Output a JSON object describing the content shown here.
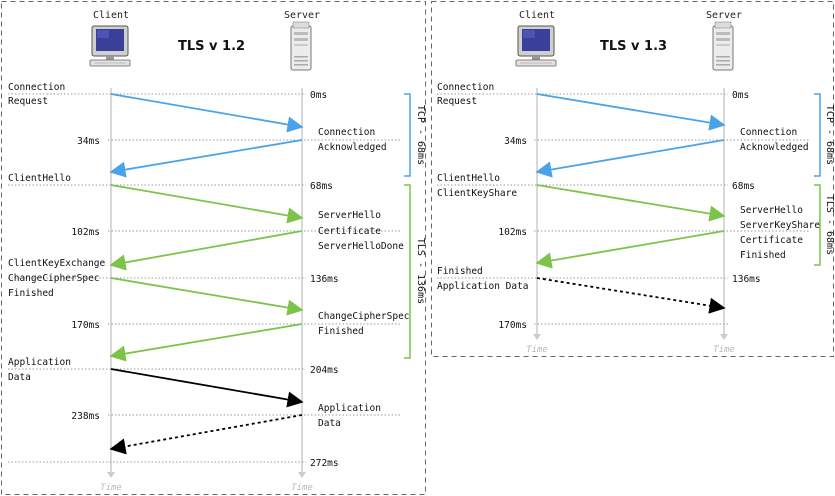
{
  "colors": {
    "tcp": "#4aa3e8",
    "tls": "#7cc449",
    "data": "#000000",
    "timeline": "#cccccc",
    "dotted": "#9a9a9a",
    "time_label": "#b8b8b8"
  },
  "left": {
    "title": "TLS v 1.2",
    "client_label": "Client",
    "server_label": "Server",
    "time_label": "Time",
    "tcp_bracket": "TCP - 68ms",
    "tls_bracket": "TLS - 136ms",
    "labels": {
      "conn_req_1": "Connection",
      "conn_req_2": "Request",
      "t0": "0ms",
      "t34": "34ms",
      "conn_ack_1": "Connection",
      "conn_ack_2": "Acknowledged",
      "client_hello": "ClientHello",
      "t68": "68ms",
      "server_hello": "ServerHello",
      "t102": "102ms",
      "certificate": "Certificate",
      "server_hello_done": "ServerHelloDone",
      "client_key_exchange": "ClientKeyExchange",
      "change_cipher_spec": "ChangeCipherSpec",
      "finished": "Finished",
      "t136": "136ms",
      "s_change_cipher_spec": "ChangeCipherSpec",
      "s_finished": "Finished",
      "t170": "170ms",
      "app_1": "Application",
      "app_2": "Data",
      "t204": "204ms",
      "t238": "238ms",
      "s_app_1": "Application",
      "s_app_2": "Data",
      "t272": "272ms"
    }
  },
  "right": {
    "title": "TLS v 1.3",
    "client_label": "Client",
    "server_label": "Server",
    "time_label": "Time",
    "tcp_bracket": "TCP - 68ms",
    "tls_bracket": "TLS - 68ms",
    "labels": {
      "conn_req_1": "Connection",
      "conn_req_2": "Request",
      "t0": "0ms",
      "t34": "34ms",
      "conn_ack_1": "Connection",
      "conn_ack_2": "Acknowledged",
      "client_hello": "ClientHello",
      "client_key_share": "ClientKeyShare",
      "t68": "68ms",
      "server_hello": "ServerHello",
      "server_key_share": "ServerKeyShare",
      "t102": "102ms",
      "certificate": "Certificate",
      "s_finished": "Finished",
      "finished": "Finished",
      "t136": "136ms",
      "app_data": "Application Data",
      "t170": "170ms"
    }
  }
}
